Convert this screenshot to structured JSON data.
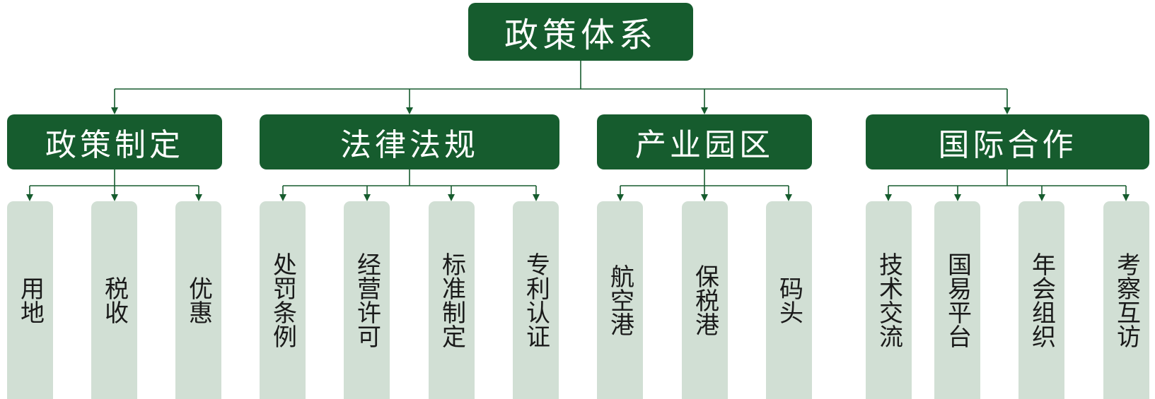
{
  "root": {
    "label": "政策体系"
  },
  "categories": [
    {
      "label": "政策制定",
      "items": [
        "用地",
        "税收",
        "优惠"
      ]
    },
    {
      "label": "法律法规",
      "items": [
        "处罚条例",
        "经营许可",
        "标准制定",
        "专利认证"
      ]
    },
    {
      "label": "产业园区",
      "items": [
        "航空港",
        "保税港",
        "码头"
      ]
    },
    {
      "label": "国际合作",
      "items": [
        "技术交流",
        "国易平台",
        "年会组织",
        "考察互访"
      ]
    }
  ],
  "colors": {
    "node_dark": "#165c2e",
    "node_light": "#d1dfd4",
    "connector": "#165c2e"
  }
}
